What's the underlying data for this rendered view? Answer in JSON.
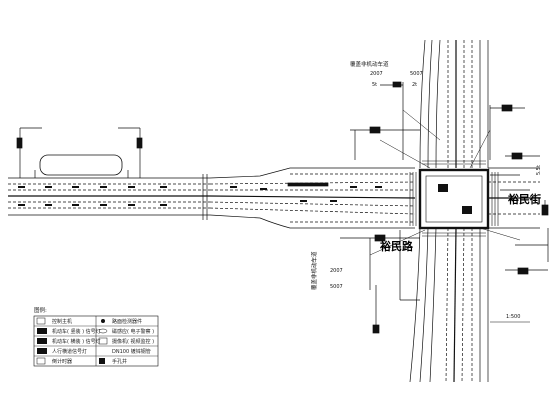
{
  "streets": {
    "horizontal_name": "裕民路",
    "vertical_name": "裕民街"
  },
  "annotations": {
    "top_label": "覆盖非机动车道",
    "bottom_label": "覆盖非机动车道",
    "top_dim_left": "2007",
    "top_dim_right": "5007",
    "top_dim_left_sub": "5t",
    "top_dim_right_sub": "2t",
    "bottom_dim_left": "2007",
    "bottom_dim_right": "5007",
    "right_dim": "5.5t",
    "scale_note": "1:500"
  },
  "legend": {
    "title": "图例:",
    "rows": [
      {
        "left_text": "控制主机",
        "right_text": "路面检测器件"
      },
      {
        "left_text": "机动车( 竖装 ) 信号灯",
        "right_text": "磁感应( 电子警察 )"
      },
      {
        "left_text": "机动车( 横装 ) 信号灯",
        "right_text": "摄像机( 视频监控 )"
      },
      {
        "left_text": "人行横道信号灯",
        "right_text": "DN100 镀锌钢管"
      },
      {
        "left_text": "倒计时器",
        "right_text": "手孔井"
      }
    ]
  },
  "colors": {
    "line": "#111111",
    "background": "#ffffff"
  }
}
